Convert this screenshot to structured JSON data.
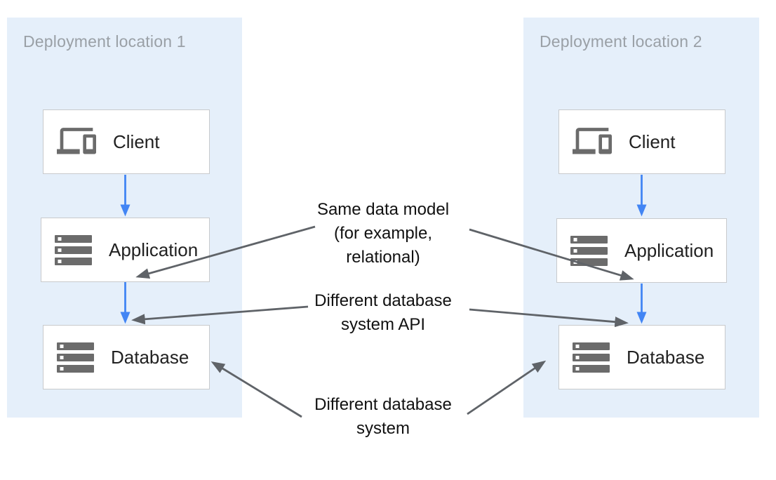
{
  "panels": [
    {
      "title": "Deployment location 1",
      "boxes": [
        {
          "label": "Client",
          "icon": "devices-icon"
        },
        {
          "label": "Application",
          "icon": "storage-icon"
        },
        {
          "label": "Database",
          "icon": "storage-icon"
        }
      ]
    },
    {
      "title": "Deployment location 2",
      "boxes": [
        {
          "label": "Client",
          "icon": "devices-icon"
        },
        {
          "label": "Application",
          "icon": "storage-icon"
        },
        {
          "label": "Database",
          "icon": "storage-icon"
        }
      ]
    }
  ],
  "annotations": [
    {
      "id": "same-data-model",
      "lines": [
        "Same data model",
        "(for example,",
        "relational)"
      ]
    },
    {
      "id": "different-database-api",
      "lines": [
        "Different database",
        "system API"
      ]
    },
    {
      "id": "different-database-system",
      "lines": [
        "Different database",
        "system"
      ]
    }
  ],
  "arrows": {
    "flow": "vertical blue arrows: Client to Application, Application to Database (both locations)",
    "annotation": "gray arrows from center labels to the stacks in both locations"
  },
  "colors": {
    "zone_background": "#E5EFFA",
    "zone_title": "#9AA0A6",
    "box_border": "#C8CACC",
    "box_label": "#212121",
    "icon_gray": "#6B6B6B",
    "flow_arrow_blue": "#4285F4",
    "annotation_arrow_gray": "#5F6368",
    "annotation_text": "#111111"
  }
}
